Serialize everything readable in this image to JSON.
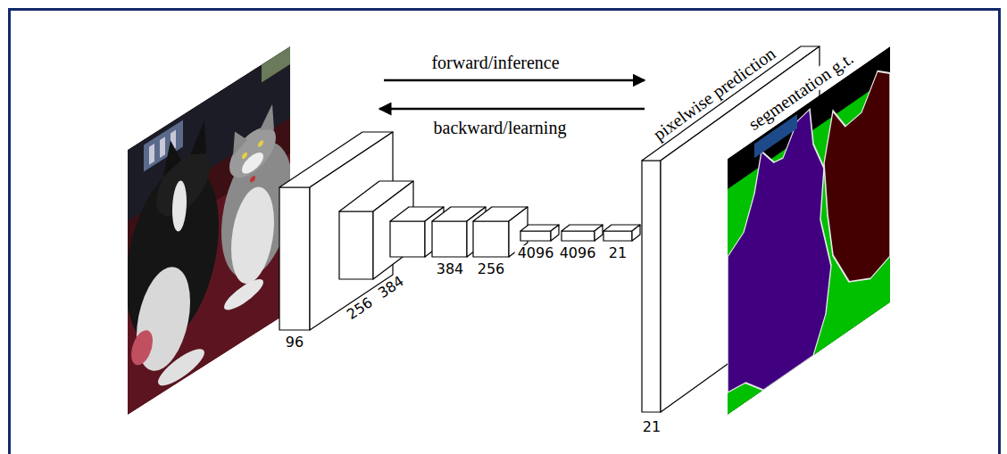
{
  "diagram": {
    "labels": [
      "forward/inference",
      "backward/learning",
      "pixelwise prediction",
      "segmentation g.t.",
      "96",
      "256",
      "384",
      "384",
      "256",
      "4096",
      "4096",
      "21",
      "21"
    ]
  }
}
